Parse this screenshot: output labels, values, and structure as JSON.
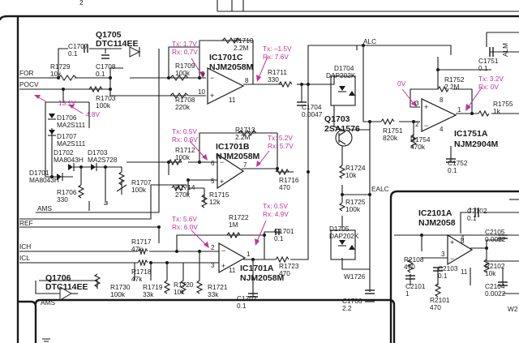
{
  "header": {
    "title": "",
    "top_mark": "2"
  },
  "signals": {
    "for": "FOR",
    "pocv": "POCV",
    "ams": "AMS",
    "ref": "REF",
    "ich": "ICH",
    "icl": "ICL",
    "ams2": "AMS",
    "alc": "ALC",
    "ealc": "EALC",
    "alm": "ALM",
    "w2": "W2"
  },
  "ics": {
    "ic1701c": "IC1701C",
    "ic1701c_type": "NJM2058M",
    "ic1701b": "IC1701B",
    "ic1701b_type": "NJM2058M",
    "ic1701a": "IC1701A",
    "ic1701a_type": "NJM2058M",
    "ic1751a": "IC1751A",
    "ic1751a_type": "NJM2904M",
    "ic2101a": "IC2101A",
    "ic2101a_type": "NJM2058"
  },
  "transistors": {
    "q1705": "Q1705",
    "q1705_type": "DTC114EE",
    "q1706": "Q1706",
    "q1706_type": "DTC114EE",
    "q1703": "Q1703",
    "q1703_type": "2SA1576"
  },
  "diodes": {
    "d1704": "D1704",
    "d1704_type": "DAP202K",
    "d1705": "D1705",
    "d1705_type": "DAP202K",
    "d1706": "D1706",
    "d1706_type": "MA2S111",
    "d1707": "D1707",
    "d1707_type": "MA2S111",
    "d1702": "D1702",
    "d1702_type": "MA8043H",
    "d1703": "D1703",
    "d1703_type": "MA2S728",
    "d1701": "D1701",
    "d1701_type": "MA8043H"
  },
  "resistors": {
    "r1729": "R1729",
    "r1729_v": "10k",
    "r1703": "R1703",
    "r1703_v": "100k",
    "r1709": "R1709",
    "r1709_v": "100k",
    "r1708": "R1708",
    "r1708_v": "220k",
    "r1710": "R1710",
    "r1710_v": "2.2M",
    "r1711": "R1711",
    "r1711_v": "330",
    "r1712": "R1712",
    "r1712_v": "100k",
    "r1713": "R1713",
    "r1713_v": "2.2M",
    "r1714": "R1714",
    "r1714_v": "270k",
    "r1715": "R1715",
    "r1715_v": "12k",
    "r1716": "R1716",
    "r1716_v": "470",
    "r1706": "R1706",
    "r1706_v": "330",
    "r1707": "R1707",
    "r1707_v": "100k",
    "r1722": "R1722",
    "r1722_v": "1M",
    "r1717": "R1717",
    "r1717_v": "47k",
    "r1718": "R1718",
    "r1718_v": "47k",
    "r1723": "R1723",
    "r1723_v": "470",
    "r1719": "R1719",
    "r1719_v": "33k",
    "r1720": "R1720",
    "r1720_v": "10k",
    "r1721": "R1721",
    "r1721_v": "33k",
    "r1730": "R1730",
    "r1730_v": "100k",
    "r1724": "R1724",
    "r1724_v": "10k",
    "r1725": "R1725",
    "r1725_v": "100k",
    "r1751": "R1751",
    "r1751_v": "820k",
    "r1754": "R1754",
    "r1754_v": "470k",
    "r1752": "R1752",
    "r1752_v": "2.2M",
    "r1755": "R1755",
    "r1755_v": "1k",
    "r2108": "R2108",
    "r2108_v": "470",
    "r2101": "R2101",
    "r2101_v": "470",
    "r2102": "R2102",
    "r2102_v": "10k"
  },
  "capacitors": {
    "c1707": "C1707",
    "c1707_v": "0.1",
    "c1708": "C1708",
    "c1708_v": "0.1",
    "c1704": "C1704",
    "c1704_v": "0.0047",
    "c1701": "C1701",
    "c1701_v": "0.1",
    "c1702": "C1702",
    "c1702_v": "0.1",
    "c1706": "C1706",
    "c1706_v": "2.2",
    "c1751": "C1751",
    "c1751_v": "0.1",
    "c1752": "C1752",
    "c1752_v": "0.1",
    "c2102": "C2102",
    "c2102_v": "0.1",
    "c2105": "C2105",
    "c2105_v": "0.0022",
    "c2103": "C2103",
    "c2103_v": "0.1",
    "c2101": "C2101",
    "c2101_v": "1",
    "c2104": "C2104",
    "c2104_v": "0.0022"
  },
  "misc": {
    "w1726": "W1726"
  },
  "voltages": {
    "c_tx": "Tx: 1.7V",
    "c_rx": "Rx: 0.7V",
    "c_out_tx": "Tx: –1.5V",
    "c_out_rx": "Rx: 7.6V",
    "pocv_131": "13.1V",
    "pocv_48": "4.8V",
    "b_tx": "Tx: 0.5V",
    "b_rx": "Rx: 0.6V",
    "b_out_tx": "Tx: 5.2V",
    "b_out_rx": "Rx: 5.7V",
    "a_tx": "Tx: 5.6V",
    "a_rx": "Rx: 6.0V",
    "a_out_tx": "Tx: 0.5V",
    "a_out_rx": "Rx: 4.9V",
    "ic1751_in": "0V",
    "ic1751_tx": "Tx: 3.2V",
    "ic1751_rx": "Rx: 0V"
  },
  "pins": {
    "c_9": "9",
    "c_10": "10",
    "c_8": "8",
    "c_11": "11",
    "b_6": "6",
    "b_5": "5",
    "b_7": "7",
    "a_2": "2",
    "a_3": "3",
    "a_1": "1",
    "a_11": "11",
    "u_3": "3",
    "u_2": "2",
    "u_1": "1",
    "u_8": "8",
    "u_4": "4",
    "v_8": "8",
    "v_4": "4",
    "v_3": "3",
    "v_11": "11"
  }
}
